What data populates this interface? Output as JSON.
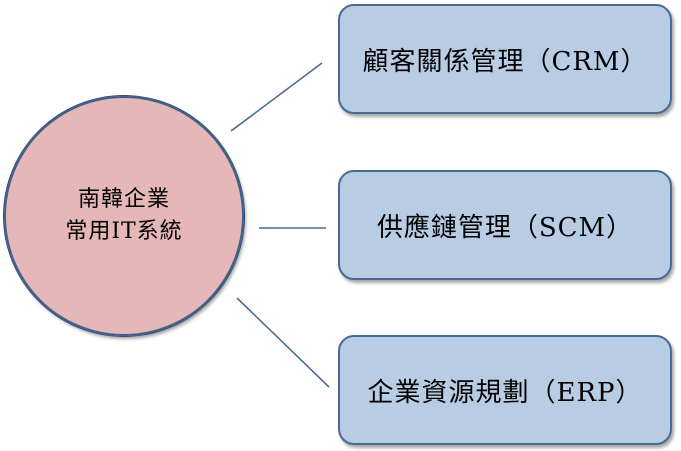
{
  "hub": {
    "line1": "南韓企業",
    "line2": "常用IT系統"
  },
  "nodes": [
    {
      "label": "顧客關係管理（CRM）"
    },
    {
      "label": "供應鏈管理（SCM）"
    },
    {
      "label": "企業資源規劃（ERP）"
    }
  ],
  "colors": {
    "hub_fill": "#e6b7b8",
    "node_fill": "#b8cce4",
    "border": "#4a6a93"
  }
}
